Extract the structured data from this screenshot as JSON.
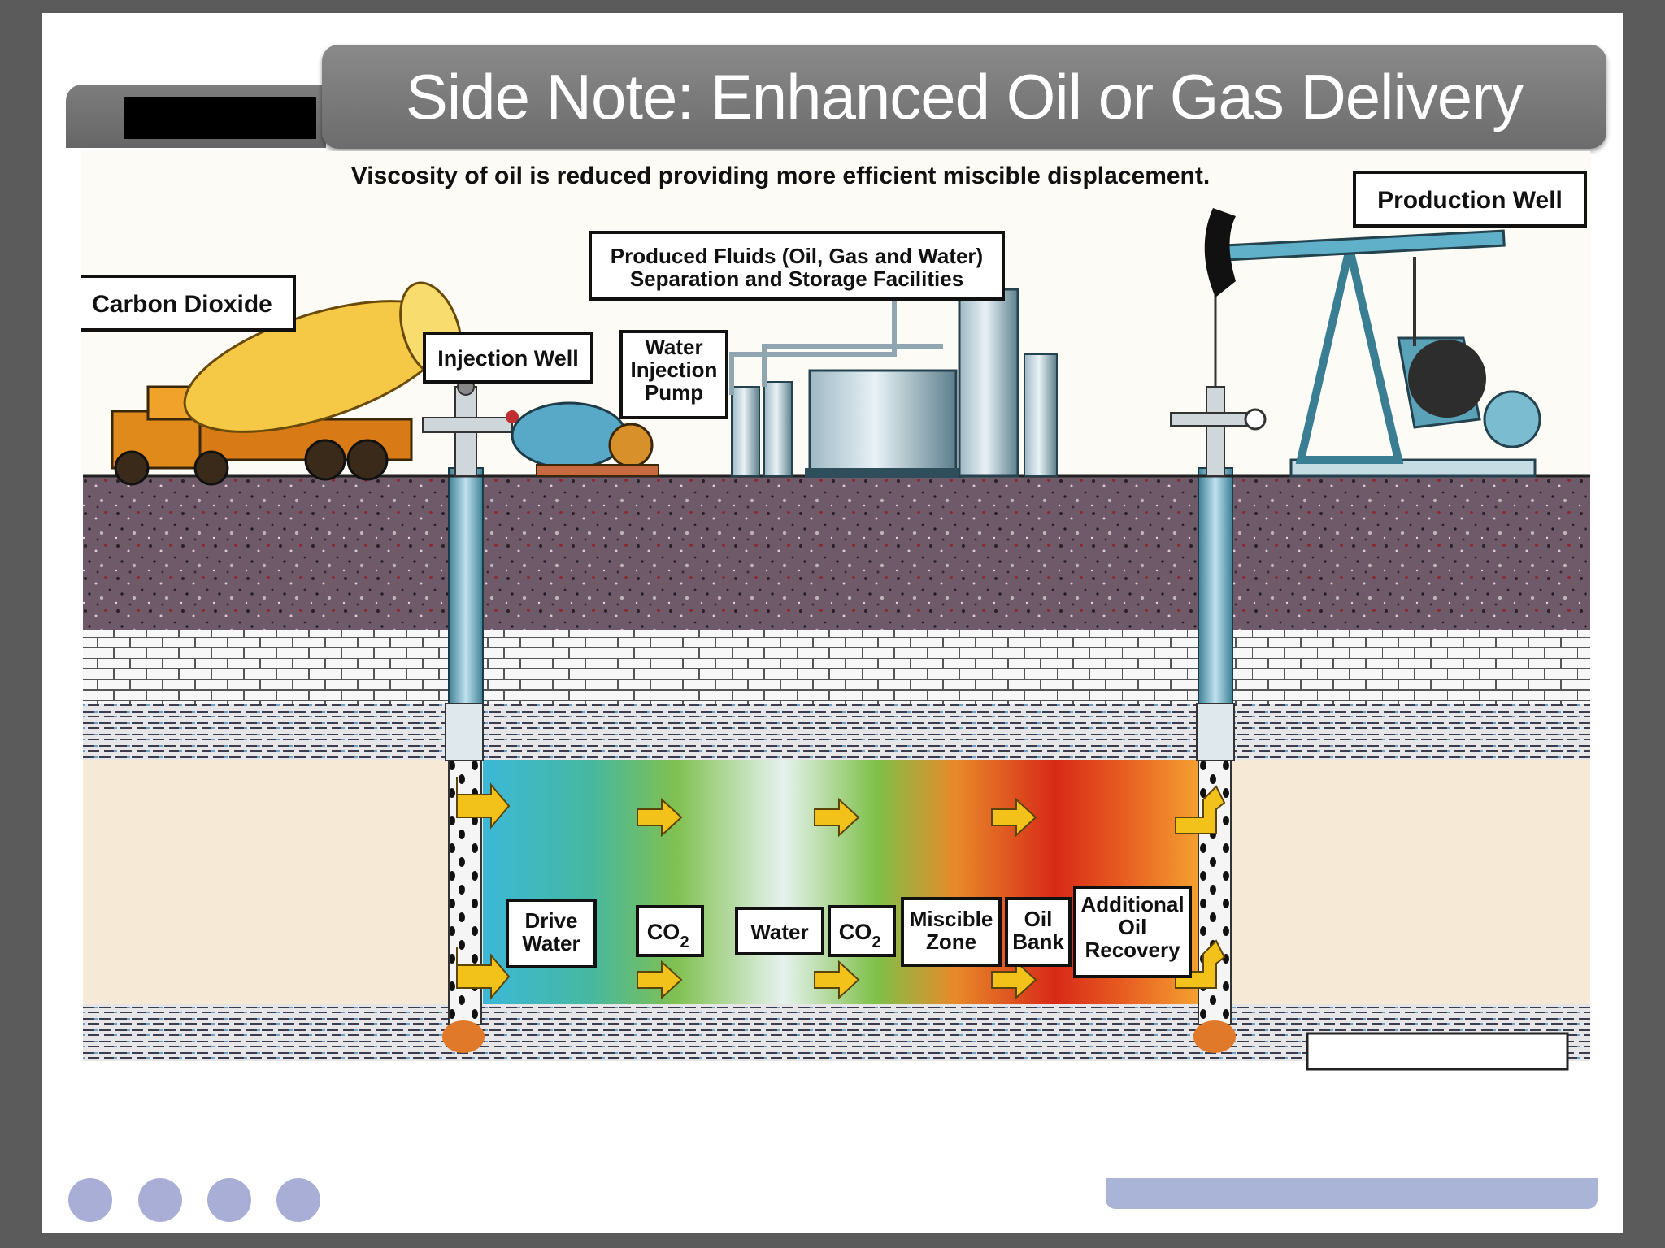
{
  "slide": {
    "title": "Side Note: Enhanced Oil or Gas Delivery"
  },
  "diagram": {
    "caption": "Viscosity of oil is reduced providing more efficient miscible displacement.",
    "labels": {
      "carbon_dioxide": "Carbon Dioxide",
      "injection_well": "Injection Well",
      "water_injection_pump": [
        "Water",
        "Injection",
        "Pump"
      ],
      "produced_fluids": [
        "Produced Fluids (Oil, Gas and Water)",
        "Separation and Storage Facilities"
      ],
      "production_well": "Production Well"
    },
    "zones": [
      {
        "lines": [
          "Drive",
          "Water"
        ]
      },
      {
        "lines": [
          "CO",
          ""
        ],
        "sub": "2"
      },
      {
        "lines": [
          "Water"
        ]
      },
      {
        "lines": [
          "CO",
          ""
        ],
        "sub": "2"
      },
      {
        "lines": [
          "Miscible",
          "Zone"
        ]
      },
      {
        "lines": [
          "Oil",
          "Bank"
        ]
      },
      {
        "lines": [
          "Additional",
          "Oil",
          "Recovery"
        ]
      }
    ],
    "colors": {
      "rock": "#6e5a68",
      "brick": "#f4f4f4",
      "sand": "#f6ead6",
      "arrow": "#f2c21b"
    }
  },
  "footer": {
    "dot_color": "#a9aed6"
  }
}
